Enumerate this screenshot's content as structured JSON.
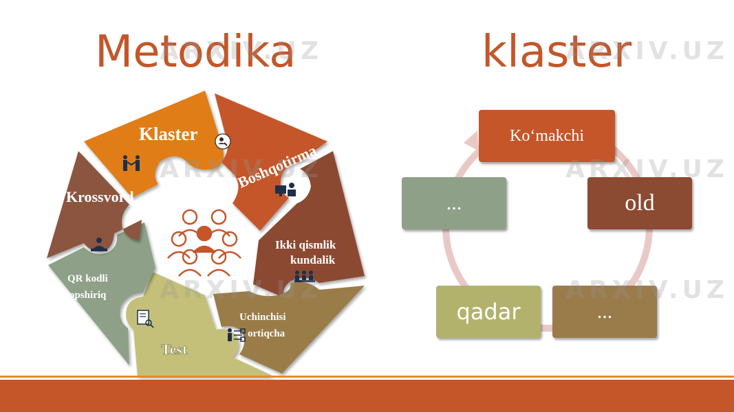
{
  "title": {
    "left": "Metodika",
    "right": "klaster"
  },
  "left_diagram": {
    "segments": [
      {
        "label": "Klaster",
        "icon": "person-search-icon",
        "color": "#e07d18"
      },
      {
        "label": "Boshqotirma",
        "icon": "desk-person-icon",
        "color": "#c4562a"
      },
      {
        "label_lines": [
          "Ikki qismlik",
          "kundalik"
        ],
        "icon": "meeting-group-icon",
        "color": "#8b4a32"
      },
      {
        "label_lines": [
          "Uchinchisi",
          "ortiqcha"
        ],
        "icon": "org-chart-person-icon",
        "color": "#9a7b4a"
      },
      {
        "label": "Test",
        "icon": "document-search-icon",
        "color": "#c4c07a"
      },
      {
        "label_lines": [
          "QR kodli",
          "topshiriq"
        ],
        "icon": "laptop-person-icon",
        "color": "#8ea087"
      },
      {
        "label": "Krossvord",
        "icon": "handshake-icon",
        "color": "#8b5540"
      }
    ],
    "center_icon": "team-people-icon"
  },
  "right_diagram": {
    "cycle_color": "#e9c9c6",
    "boxes": [
      {
        "label": "Ko‘makchi",
        "color": "#c4562a"
      },
      {
        "label": "old",
        "color": "#8b4a32"
      },
      {
        "label": "...",
        "color": "#9a7b4a"
      },
      {
        "label": "qadar",
        "color": "#b3b26c"
      },
      {
        "label": "...",
        "color": "#8ea087"
      }
    ]
  },
  "watermark": "ARXIV.UZ"
}
